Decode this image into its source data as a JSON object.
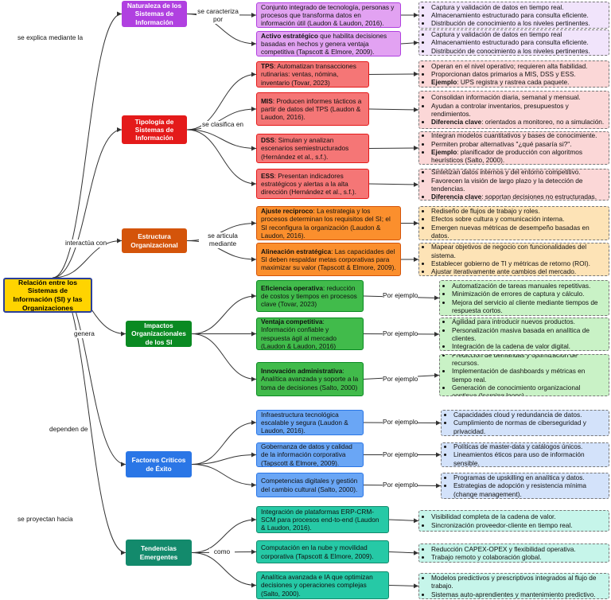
{
  "root": {
    "text": "Relación entre los Sistemas de Información (SI) y las Organizaciones"
  },
  "colors": {
    "purple": "#b040e0",
    "purple_mid": "#e2a2f2",
    "purple_det": "#f1e4fb",
    "red": "#e41a1a",
    "red_mid": "#f57676",
    "red_det": "#fbd7d7",
    "orange": "#d4540a",
    "orange_mid": "#fb8f2d",
    "orange_det": "#fde3b6",
    "green": "#0a8a22",
    "green_mid": "#41bb4b",
    "green_det": "#c9f2c6",
    "blue": "#2a76e6",
    "blue_mid": "#6aa6f5",
    "blue_det": "#d3e2fa",
    "teal": "#138a6c",
    "teal_mid": "#26c9a6",
    "teal_det": "#c6f5ea",
    "root_fill": "#ffd400",
    "root_border": "#2a3f9a"
  },
  "branches": [
    {
      "root_label": "se explica mediante la",
      "category": "Naturaleza de los Sistemas de Información",
      "cat_label": "se caracteriza por",
      "items": [
        {
          "bold": "",
          "text": "Conjunto integrado de tecnología, personas y procesos que transforma datos en información útil (Laudon & Laudon, 2016).",
          "details": [
            {
              "bold": "",
              "text": "Captura y validación de datos en tiempo real."
            },
            {
              "bold": "",
              "text": "Almacenamiento estructurado para consulta eficiente."
            },
            {
              "bold": "",
              "text": "Distribución de conocimiento a los niveles pertinentes."
            }
          ]
        },
        {
          "bold": "Activo estratégico",
          "text": " que habilita decisiones basadas en hechos y genera ventaja competitiva (Tapscott & Elmore, 2009).",
          "details": [
            {
              "bold": "",
              "text": "Captura y validación de datos en tiempo real"
            },
            {
              "bold": "",
              "text": "Almacenamiento estructurado para consulta eficiente."
            },
            {
              "bold": "",
              "text": "Distribución de conocimiento a los niveles pertinentes."
            }
          ]
        }
      ]
    },
    {
      "root_label": "",
      "category": "Tipología de Sistemas de Información",
      "cat_label": "se clasifica en",
      "items": [
        {
          "bold": "TPS",
          "text": ": Automatizan transacciones rutinarias: ventas, nómina, inventario (Tovar, 2023)",
          "details": [
            {
              "bold": "",
              "text": "Operan en el nivel operativo; requieren alta fiabilidad."
            },
            {
              "bold": "",
              "text": "Proporcionan datos primarios a MIS, DSS y ESS."
            },
            {
              "bold": "Ejemplo",
              "text": ": UPS registra y rastrea cada paquete."
            }
          ]
        },
        {
          "bold": "MIS",
          "text": ": Producen informes tácticos a partir de datos del TPS (Laudon & Laudon, 2016).",
          "details": [
            {
              "bold": "",
              "text": "Consolidan información diaria, semanal y mensual."
            },
            {
              "bold": "",
              "text": "Ayudan a controlar inventarios, presupuestos y rendimientos."
            },
            {
              "bold": "Diferencia clave",
              "text": ": orientados a monitoreo, no a simulación."
            }
          ]
        },
        {
          "bold": "DSS",
          "text": ": Simulan y analizan escenarios semiestructurados (Hernández et al., s.f.).",
          "details": [
            {
              "bold": "",
              "text": "Integran modelos cuantitativos y bases de conocimiente."
            },
            {
              "bold": "",
              "text": "Permiten probar alternativas \"¿qué pasaría si?\"."
            },
            {
              "bold": "Ejemplo",
              "text": ": planificador de producción con algoritmos heurísticos (Salto, 2000)."
            }
          ]
        },
        {
          "bold": "ESS",
          "text": ": Presentan indicadores estratégicos y alertas a la alta dirección (Hernández et al., s.f.).",
          "details": [
            {
              "bold": "",
              "text": "Sintetizan datos internos y del entorno competitivo."
            },
            {
              "bold": "",
              "text": "Favorecen la visión de largo plazo y la detección de tendencias."
            },
            {
              "bold": "Diferencia clave",
              "text": ": soportan decisiones no estructuradas."
            }
          ]
        }
      ]
    },
    {
      "root_label": "interactúa con",
      "category": "Estructura Organizacional",
      "cat_label": "se articula mediante",
      "items": [
        {
          "bold": "Ajuste recíproco",
          "text": ": La estrategia y los procesos determinan los requisitos del SI; el SI reconfigura la organización (Laudon & Laudon, 2016).",
          "details": [
            {
              "bold": "",
              "text": "Rediseño de flujos de trabajo y roles."
            },
            {
              "bold": "",
              "text": "Efectos sobre cultura y comunicación interna."
            },
            {
              "bold": "",
              "text": "Emergen nuevas métricas de desempeño basadas en datos."
            }
          ]
        },
        {
          "bold": "Alineación estratégica",
          "text": ": Las capacidades del SI deben respaldar metas corporativas para maximizar su valor (Tapscott & Elmore, 2009).",
          "details": [
            {
              "bold": "",
              "text": "Mapear objetivos de negocio con funcionalidades del sistema."
            },
            {
              "bold": "",
              "text": "Establecer gobierno de TI y métricas de retorno (ROI)."
            },
            {
              "bold": "",
              "text": "Ajustar iterativamente ante cambios del mercado."
            }
          ]
        }
      ]
    },
    {
      "root_label": "genera",
      "category": "Impactos Organizacionales de los SI",
      "cat_label": "",
      "items": [
        {
          "bold": "Eficiencia operativa",
          "text": ": reducción de costos y tiempos en procesos clave (Tovar, 2023)",
          "link": "Por ejemplo",
          "details": [
            {
              "bold": "",
              "text": "Automatización de tareas manuales repetitivas."
            },
            {
              "bold": "",
              "text": "Minimización de errores de captura y cálculo."
            },
            {
              "bold": "",
              "text": "Mejora del servicio al cliente mediante tiempos de respuesta cortos."
            }
          ]
        },
        {
          "bold": "Ventaja competitiva",
          "text": ": Información confiable y respuesta ágil al mercado (Laudon & Laudon, 2016)",
          "link": "Por ejemplo",
          "details": [
            {
              "bold": "",
              "text": "Agilidad para introducir nuevos productos."
            },
            {
              "bold": "",
              "text": "Personalización masiva basada en analítica de clientes."
            },
            {
              "bold": "",
              "text": "Integración de la cadena de valor digital."
            }
          ]
        },
        {
          "bold": "Innovación administrativa",
          "text": ": Analítica avanzada y soporte a la toma de decisiones (Salto, 2000)",
          "link": "Por ejemplo",
          "details": [
            {
              "bold": "",
              "text": "Predicción de demandas y optimización de recursos."
            },
            {
              "bold": "",
              "text": "Implementación de dashboards y métricas en tiempo real."
            },
            {
              "bold": "",
              "text": "Generación de conocimiento organizacional continuo (learning loops)."
            }
          ]
        }
      ]
    },
    {
      "root_label": "dependen de",
      "category": "Factores Críticos de Éxito",
      "cat_label": "",
      "items": [
        {
          "bold": "",
          "text": "Infraestructura tecnológica escalable y segura (Laudon & Laudon, 2016).",
          "link": "Por ejemplo",
          "details": [
            {
              "bold": "",
              "text": "Capacidades cloud y redundancia de datos."
            },
            {
              "bold": "",
              "text": "Cumplimiento de normas de ciberseguridad y privacidad."
            }
          ]
        },
        {
          "bold": "",
          "text": "Gobernanza de datos y calidad de la información corporativa (Tapscott & Elmore, 2009).",
          "link": "Por ejemplo",
          "details": [
            {
              "bold": "",
              "text": "Políticas de master-data y catálogos únicos."
            },
            {
              "bold": "",
              "text": "Lineamientos éticos para uso de información sensible."
            }
          ]
        },
        {
          "bold": "",
          "text": "Competencias digitales y gestión del cambio cultural (Salto, 2000).",
          "link": "Por ejemplo",
          "details": [
            {
              "bold": "",
              "text": "Programas de upskilling en analítica y datos."
            },
            {
              "bold": "",
              "text": "Estrategias de adopción y resistencia mínima (change management)."
            }
          ]
        }
      ]
    },
    {
      "root_label": "se proyectan hacia",
      "category": "Tendencias Emergentes",
      "cat_label": "como",
      "items": [
        {
          "bold": "",
          "text": "Integración de plataformas ERP-CRM-SCM para procesos end-to-end (Laudon & Laudon, 2016).",
          "details": [
            {
              "bold": "",
              "text": "Visibilidad completa de la cadena de valor."
            },
            {
              "bold": "",
              "text": "Sincronización proveedor-cliente en tiempo real."
            }
          ]
        },
        {
          "bold": "",
          "text": "Computación en la nube y movilidad corporativa (Tapscott & Elmore, 2009).",
          "details": [
            {
              "bold": "",
              "text": "Reducción CAPEX-OPEX y flexibilidad operativa."
            },
            {
              "bold": "",
              "text": "Trabajo remoto y colaboración global."
            }
          ]
        },
        {
          "bold": "",
          "text": "Analítica avanzada e IA que optimizan decisiones y operaciones complejas (Salto, 2000).",
          "details": [
            {
              "bold": "",
              "text": "Modelos predictivos y prescriptivos integrados al flujo de trabajo."
            },
            {
              "bold": "",
              "text": "Sistemas auto-aprendientes y mantenimiento predictivo."
            }
          ]
        }
      ]
    }
  ]
}
